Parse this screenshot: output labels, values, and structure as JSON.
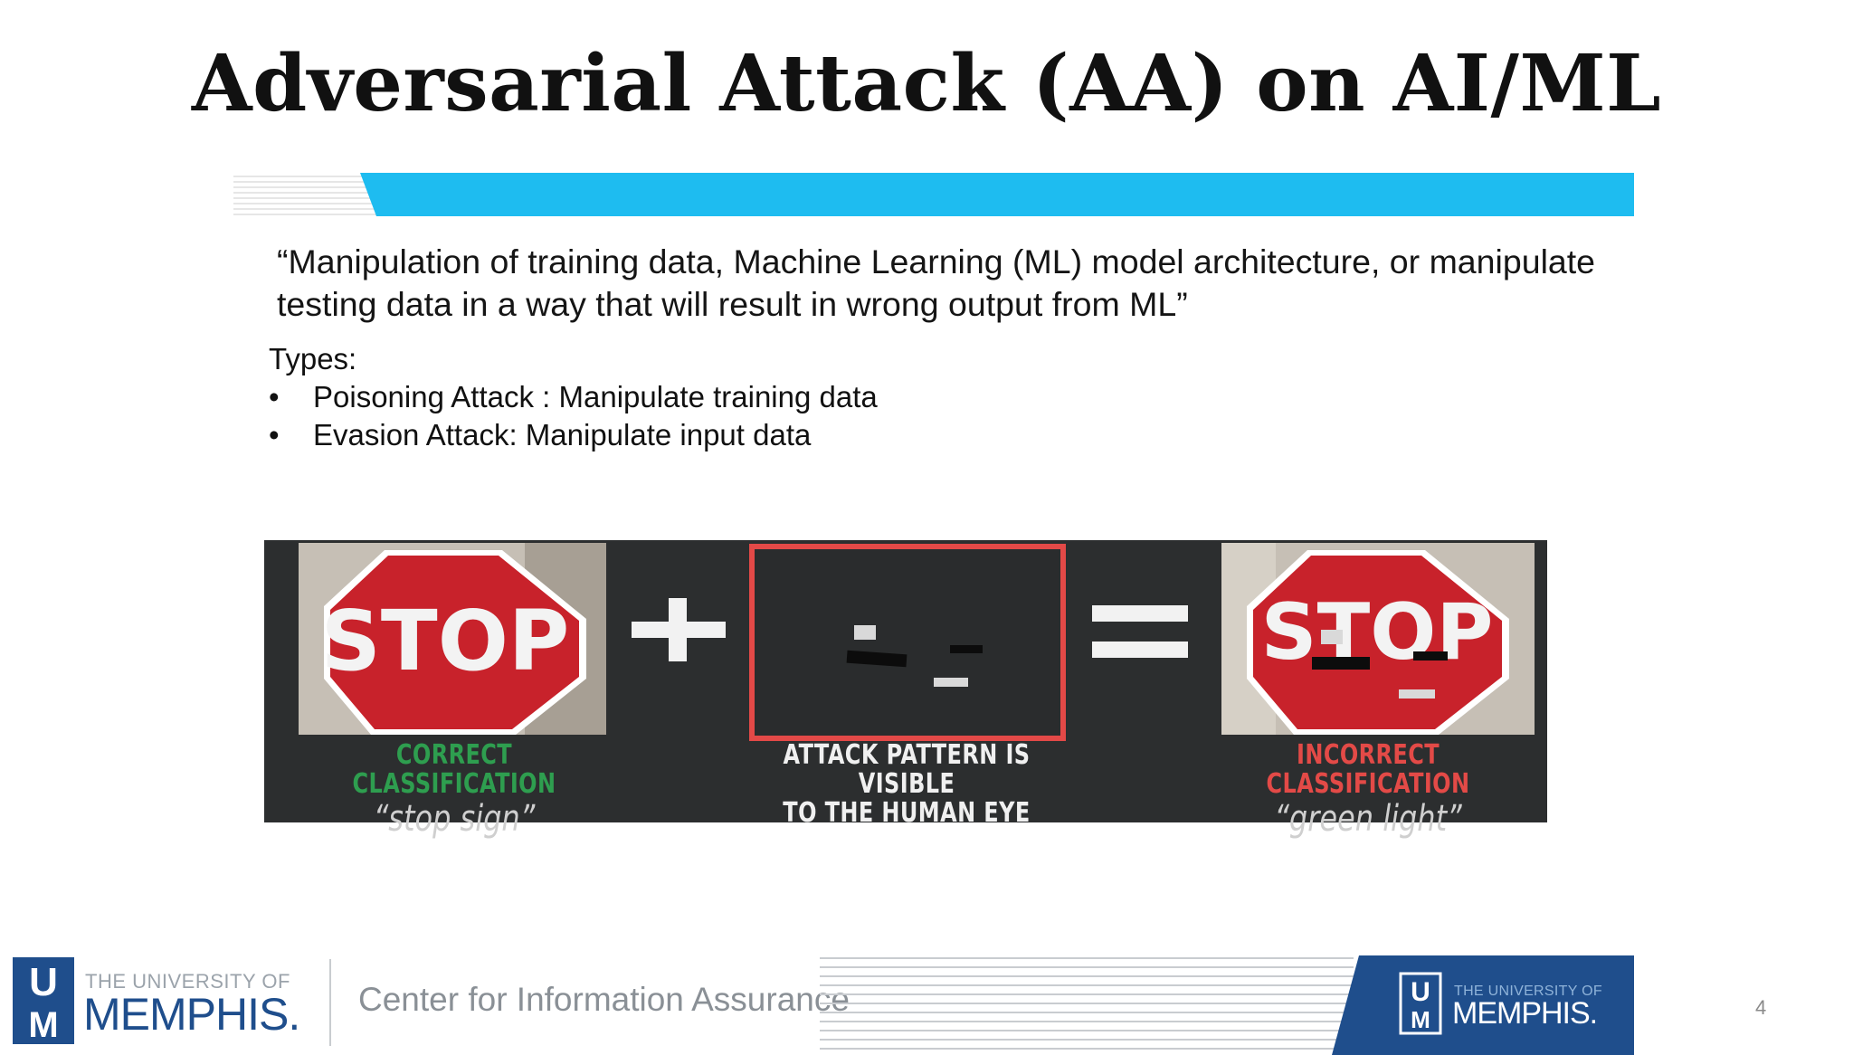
{
  "slide": {
    "title": "Adversarial Attack (AA) on AI/ML",
    "quote": "“Manipulation of training data, Machine Learning (ML) model architecture, or manipulate testing data in a way that will result in wrong output from ML”",
    "types_label": "Types:",
    "bullets": [
      "Poisoning Attack : Manipulate training data",
      "Evasion Attack: Manipulate input data"
    ],
    "bullet_symbol": "•",
    "page_number": "4"
  },
  "figure": {
    "sign_text": "STOP",
    "left_caption": "CORRECT CLASSIFICATION",
    "left_label": "“stop sign”",
    "middle_caption_line1": "ATTACK PATTERN IS VISIBLE",
    "middle_caption_line2": "TO THE HUMAN EYE",
    "right_caption": "INCORRECT CLASSIFICATION",
    "right_label": "“green light”",
    "correct_color": "#2e9e4f",
    "incorrect_color": "#e34a47",
    "sign_red": "#c8222b",
    "frame_red": "#e34947"
  },
  "footer": {
    "logo_letters": "UM",
    "university_small": "THE UNIVERSITY OF",
    "university_big": "MEMPHIS.",
    "center_name": "Center for Information Assurance",
    "right_university_small": "THE UNIVERSITY OF",
    "right_university_big": "MEMPHIS.",
    "brand_blue": "#1f4e8c",
    "accent_cyan": "#1ebcf0"
  }
}
